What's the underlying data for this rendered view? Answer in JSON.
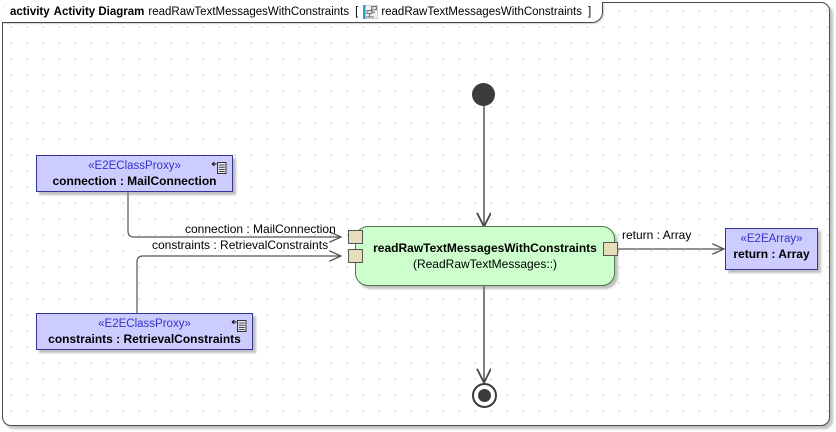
{
  "frame": {
    "keyword": "activity",
    "type_label": "Activity Diagram",
    "diagram_name": "readRawTextMessagesWithConstraints",
    "bracket_open": "[",
    "bracket_close": "]",
    "frame_content_name": "readRawTextMessagesWithConstraints",
    "icon": "activity-diagram-icon"
  },
  "colors": {
    "object_node_fill": "#ccccff",
    "object_node_border": "#33339c",
    "stereotype_text": "#3333cc",
    "action_fill": "#ccffcc",
    "action_border": "#4a7a4a",
    "pin_fill": "#e5ddbb",
    "node_dark": "#3c3c3c",
    "grid_dot": "#a8a8a8",
    "canvas": "#ffffff"
  },
  "nodes": {
    "initial": {
      "name": "initial-node"
    },
    "final": {
      "name": "activity-final-node"
    },
    "action": {
      "name": "readRawTextMessagesWithConstraints",
      "qualifier": "(ReadRawTextMessages::)"
    },
    "object_connection": {
      "stereotype": "«E2EClassProxy»",
      "label": "connection : MailConnection",
      "icon": "proxy-import-icon"
    },
    "object_constraints": {
      "stereotype": "«E2EClassProxy»",
      "label": "constraints : RetrievalConstraints",
      "icon": "proxy-import-icon"
    },
    "object_return": {
      "stereotype": "«E2EArray»",
      "label": "return : Array"
    }
  },
  "pins": {
    "input_connection": "connection : MailConnection",
    "input_constraints": "constraints : RetrievalConstraints",
    "output_return": "return : Array"
  }
}
